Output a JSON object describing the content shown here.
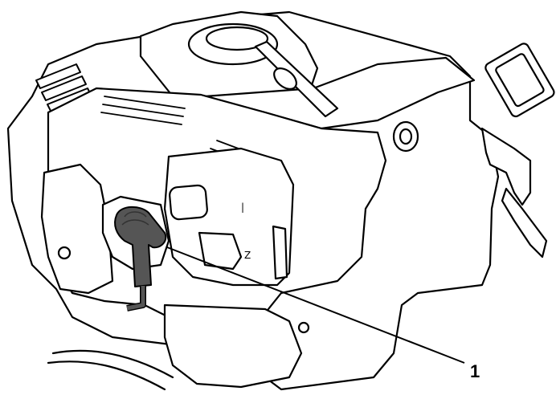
{
  "figure": {
    "callout": {
      "number": "1",
      "target": "spark-plug-boot"
    },
    "switch_marks": {
      "run": "|",
      "stop": "Z"
    },
    "ink_color": "#000000",
    "boot_color": "#555555",
    "background": "#ffffff"
  }
}
